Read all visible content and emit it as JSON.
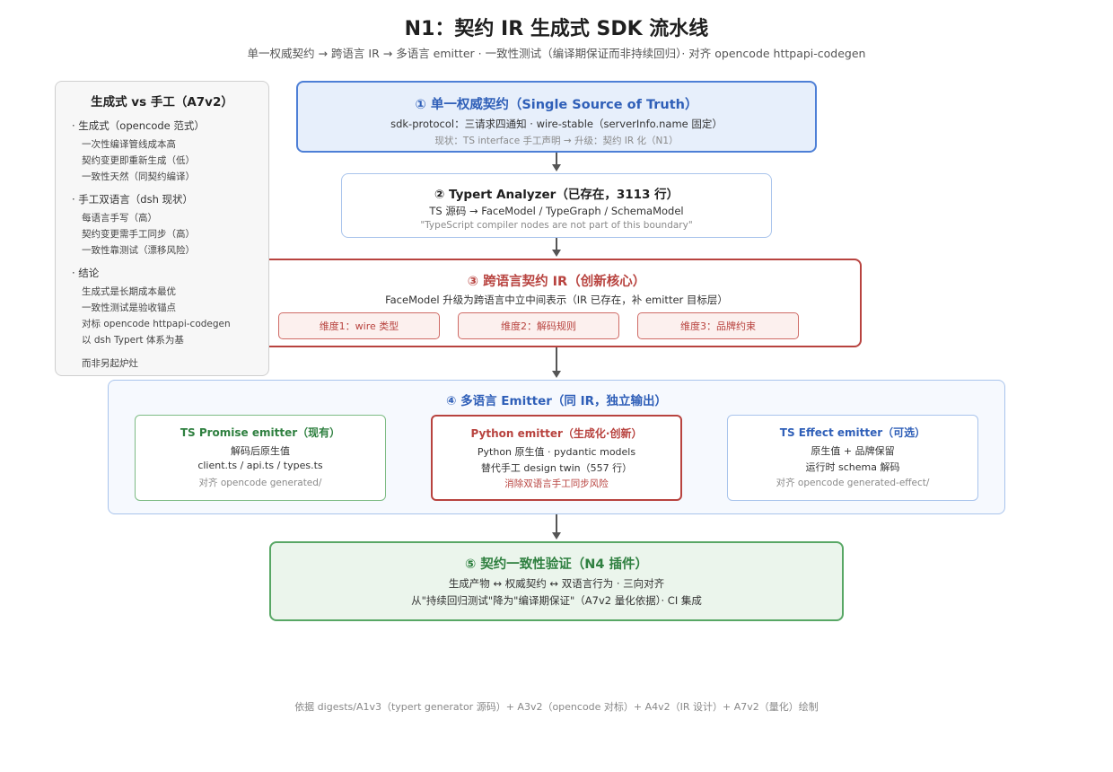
{
  "title": "N1：契约 IR 生成式 SDK 流水线",
  "subtitle": "单一权威契约 → 跨语言 IR → 多语言 emitter · 一致性测试（编译期保证而非持续回归）· 对齐 opencode httpapi-codegen",
  "sidebar": {
    "title": "生成式 vs 手工（A7v2）",
    "sections": [
      {
        "heading": "· 生成式（opencode 范式）",
        "items": [
          "一次性编译管线成本高",
          "契约变更即重新生成（低）",
          "一致性天然（同契约编译）"
        ]
      },
      {
        "heading": "· 手工双语言（dsh 现状）",
        "items": [
          "每语言手写（高）",
          "契约变更需手工同步（高）",
          "一致性靠测试（漂移风险）"
        ]
      },
      {
        "heading": "· 结论",
        "items": [
          "生成式是长期成本最优",
          "一致性测试是验收锚点",
          "对标 opencode httpapi-codegen",
          "以 dsh Typert 体系为基"
        ]
      }
    ],
    "footnote": "而非另起炉灶"
  },
  "stage1": {
    "title": "① 单一权威契约（Single Source of Truth）",
    "line1": "sdk-protocol：三请求四通知 · wire-stable（serverInfo.name 固定）",
    "line2": "现状：TS interface 手工声明 → 升级：契约 IR 化（N1）"
  },
  "stage2": {
    "title": "② Typert Analyzer（已存在，3113 行）",
    "line1": "TS 源码 → FaceModel / TypeGraph / SchemaModel",
    "line2": "\"TypeScript compiler nodes are not part of this boundary\""
  },
  "stage3": {
    "title": "③ 跨语言契约 IR（创新核心）",
    "line1": "FaceModel 升级为跨语言中立中间表示（IR 已存在，补 emitter 目标层）",
    "dims": [
      "维度1：wire 类型",
      "维度2：解码规则",
      "维度3：品牌约束"
    ]
  },
  "stage4": {
    "title": "④ 多语言 Emitter（同 IR，独立输出）",
    "emitters": [
      {
        "title": "TS Promise emitter（现有）",
        "lines": [
          "解码后原生值",
          "client.ts / api.ts / types.ts"
        ],
        "note": "对齐 opencode generated/"
      },
      {
        "title": "Python emitter（生成化·创新）",
        "lines": [
          "Python 原生值 · pydantic models",
          "替代手工 design twin（557 行）"
        ],
        "note": "消除双语言手工同步风险"
      },
      {
        "title": "TS Effect emitter（可选）",
        "lines": [
          "原生值 + 品牌保留",
          "运行时 schema 解码"
        ],
        "note": "对齐 opencode generated-effect/"
      }
    ]
  },
  "stage5": {
    "title": "⑤ 契约一致性验证（N4 插件）",
    "line1": "生成产物 ↔ 权威契约 ↔ 双语言行为 · 三向对齐",
    "line2": "从\"持续回归测试\"降为\"编译期保证\"（A7v2 量化依据）· CI 集成"
  },
  "footer": "依据 digests/A1v3（typert generator 源码）+ A3v2（opencode 对标）+ A4v2（IR 设计）+ A7v2（量化）绘制",
  "colors": {
    "blue": "#4d7fd6",
    "red": "#b8433f",
    "green": "#58a765"
  }
}
